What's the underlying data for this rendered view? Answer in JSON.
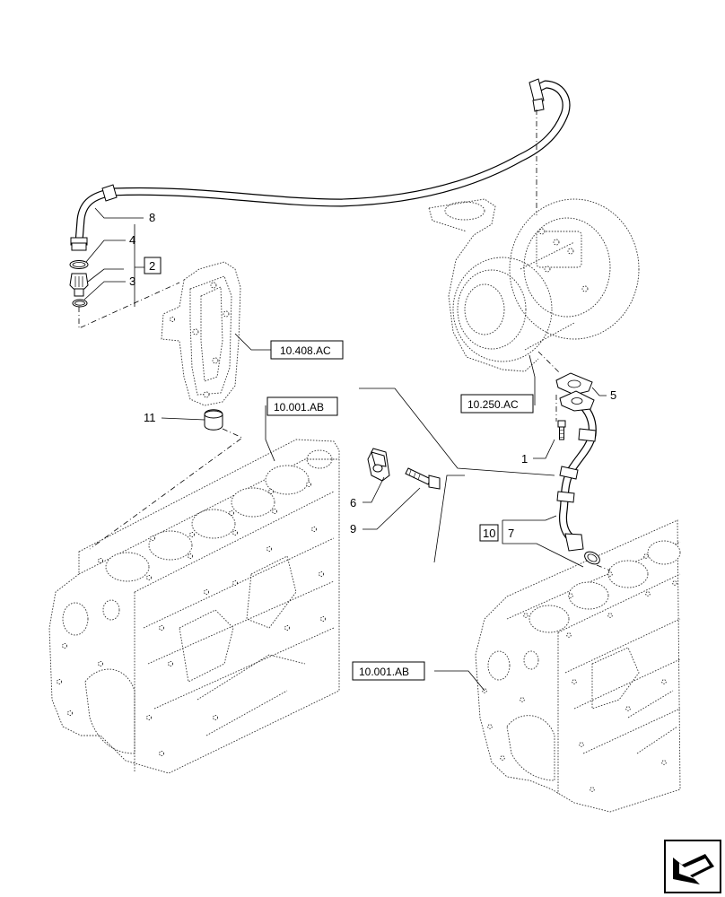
{
  "callouts": {
    "c1": "1",
    "c2": "2",
    "c3": "3",
    "c4": "4",
    "c5": "5",
    "c6": "6",
    "c7": "7",
    "c8": "8",
    "c9": "9",
    "c10": "10",
    "c11": "11"
  },
  "references": {
    "timing_cover": "10.408.AC",
    "turbocharger": "10.250.AC",
    "engine_block_left": "10.001.AB",
    "engine_block_right": "10.001.AB"
  },
  "navigation": {
    "icon": "arrow-icon"
  }
}
